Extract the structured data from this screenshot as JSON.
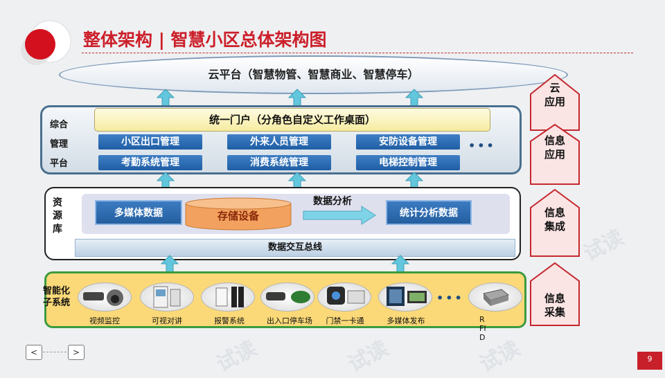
{
  "title": "整体架构 |  智慧小区总体架构图",
  "cloud": {
    "label": "云平台（智慧物管、智慧商业、智慧停车）"
  },
  "management": {
    "side_label": [
      "综合",
      "管理",
      "平台"
    ],
    "portal": "统一门户（分角色自定义工作桌面）",
    "modules_row1": [
      "小区出口管理",
      "外来人员管理",
      "安防设备管理"
    ],
    "modules_row2": [
      "考勤系统管理",
      "消费系统管理",
      "电梯控制管理"
    ],
    "more": "•••"
  },
  "resource": {
    "side_label": [
      "资",
      "源",
      "库"
    ],
    "multimedia": "多媒体数据",
    "storage": "存储设备",
    "analysis_label": "数据分析",
    "stats": "统计分析数据",
    "bus": "数据交互总线"
  },
  "subsystem": {
    "side_label": [
      "智能化",
      "子系统"
    ],
    "devices": [
      "视频监控",
      "可视对讲",
      "报警系统",
      "出入口停车场",
      "门禁一卡通",
      "多媒体发布",
      "RFID"
    ],
    "more": "•••"
  },
  "right_steps": [
    {
      "line1": "云",
      "line2": "应用"
    },
    {
      "line1": "信息",
      "line2": "应用"
    },
    {
      "line1": "信息",
      "line2": "集成"
    },
    {
      "line1": "信息",
      "line2": "采集"
    }
  ],
  "nav": {
    "prev": "<",
    "next": ">"
  },
  "page_number": "9",
  "watermark": "试读",
  "colors": {
    "accent_red": "#cc1f2a",
    "module_blue": "#2a66ad",
    "arrow_blue": "#62c6dc",
    "subsystem_fill": "#fbd978",
    "subsystem_border": "#3c9a3e",
    "storage_orange": "#f3a15e"
  }
}
